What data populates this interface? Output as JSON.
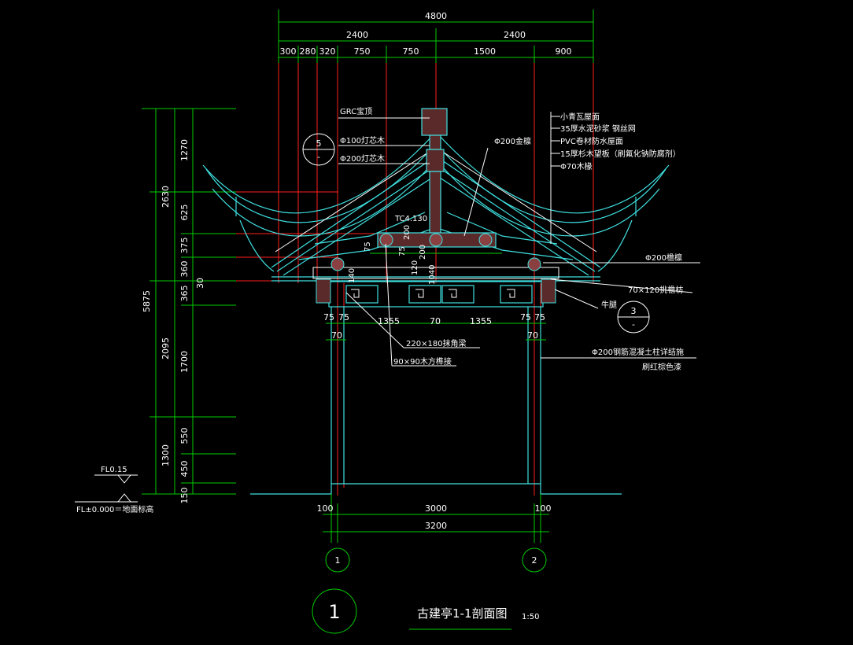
{
  "top_dims": {
    "overall": "4800",
    "half_left": "2400",
    "half_right": "2400",
    "segments": [
      "300",
      "280",
      "320",
      "750",
      "750",
      "1500",
      "900"
    ]
  },
  "left_dims": {
    "outer_total": "5875",
    "outer": [
      "2630",
      "2095",
      "1300"
    ],
    "inner": [
      "1270",
      "625",
      "375",
      "360",
      "365",
      "1700",
      "550",
      "450",
      "150"
    ],
    "small": "30"
  },
  "callouts_left": [
    "GRC宝顶",
    "Φ100灯芯木",
    "Φ200灯芯木"
  ],
  "detail_5": {
    "num": "5",
    "sheet": "-"
  },
  "callouts_mid": [
    "Φ200金檩",
    "TC4.130",
    "75",
    "200",
    "75",
    "120",
    "200",
    "1040",
    "140"
  ],
  "callouts_right": [
    "小青瓦屋面",
    "35厚水泥砂浆 钢丝网",
    "PVC卷材防水屋面",
    "15厚杉木望板（刷氟化钠防腐剂）",
    "Φ70木椽"
  ],
  "callouts_right2": [
    "Φ200檐檩",
    "70×120挑檐枋",
    "牛腿",
    "Φ200钢筋混凝土柱详结施",
    "刷红棕色漆"
  ],
  "detail_3": {
    "num": "3",
    "sheet": "-"
  },
  "mid_dims": [
    "75",
    "75",
    "1355",
    "70",
    "1355",
    "75",
    "75",
    "70",
    "70"
  ],
  "beam_labels": [
    "220×180抹角梁",
    "90×90木方榫接"
  ],
  "levels": [
    "FL0.15",
    "FL±0.000＝地面标高"
  ],
  "bottom_dims": [
    "100",
    "3000",
    "100",
    "3200"
  ],
  "axes": [
    "1",
    "2"
  ],
  "title": {
    "num": "1",
    "name": "古建亭1-1剖面图",
    "scale": "1:50"
  }
}
